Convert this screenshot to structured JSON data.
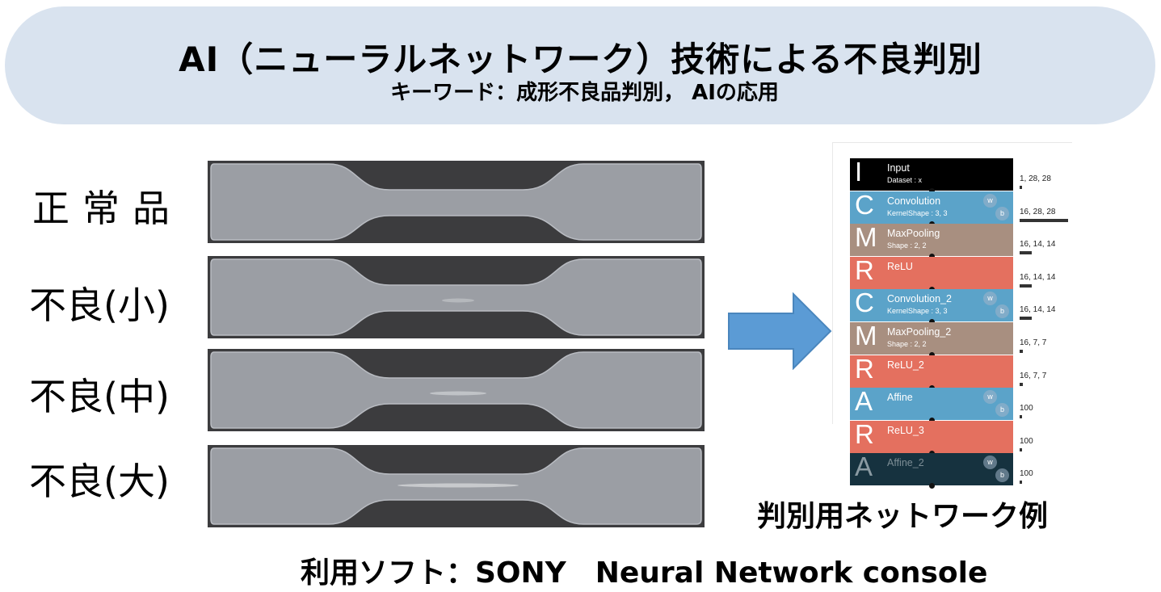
{
  "header": {
    "title": "AI（ニューラルネットワーク）技術による不良判別",
    "subtitle": "キーワード：成形不良品判別，  AIの応用"
  },
  "samples": [
    {
      "label": "正常品",
      "defect": 0
    },
    {
      "label": "不良(小)",
      "defect": 1
    },
    {
      "label": "不良(中)",
      "defect": 2
    },
    {
      "label": "不良(大)",
      "defect": 3
    }
  ],
  "network": {
    "layers": [
      {
        "letter": "I",
        "name": "Input",
        "param": "Dataset : x",
        "color": "#000000",
        "wb": false,
        "shape": "1, 28, 28",
        "bar": 0.05
      },
      {
        "letter": "C",
        "name": "Convolution",
        "param": "KernelShape : 3, 3",
        "color": "#5ba3c9",
        "wb": true,
        "shape": "16, 28, 28",
        "bar": 1.0
      },
      {
        "letter": "M",
        "name": "MaxPooling",
        "param": "Shape : 2, 2",
        "color": "#a88f80",
        "wb": false,
        "shape": "16, 14, 14",
        "bar": 0.25
      },
      {
        "letter": "R",
        "name": "ReLU",
        "param": "",
        "color": "#e4705f",
        "wb": false,
        "shape": "16, 14, 14",
        "bar": 0.25
      },
      {
        "letter": "C",
        "name": "Convolution_2",
        "param": "KernelShape : 3, 3",
        "color": "#5ba3c9",
        "wb": true,
        "shape": "16, 14, 14",
        "bar": 0.25
      },
      {
        "letter": "M",
        "name": "MaxPooling_2",
        "param": "Shape : 2, 2",
        "color": "#a88f80",
        "wb": false,
        "shape": "16, 7, 7",
        "bar": 0.07
      },
      {
        "letter": "R",
        "name": "ReLU_2",
        "param": "",
        "color": "#e4705f",
        "wb": false,
        "shape": "16, 7, 7",
        "bar": 0.07
      },
      {
        "letter": "A",
        "name": "Affine",
        "param": "",
        "color": "#5ba3c9",
        "wb": true,
        "shape": "100",
        "bar": 0.03
      },
      {
        "letter": "R",
        "name": "ReLU_3",
        "param": "",
        "color": "#e4705f",
        "wb": false,
        "shape": "100",
        "bar": 0.03
      },
      {
        "letter": "A",
        "name": "Affine_2",
        "param": "",
        "color": "#16323f",
        "wb": true,
        "shape": "100",
        "bar": 0.03
      }
    ],
    "wb_labels": {
      "w": "w",
      "b": "b"
    },
    "caption": "判別用ネットワーク例"
  },
  "footer": "利用ソフト：SONY　Neural Network console"
}
